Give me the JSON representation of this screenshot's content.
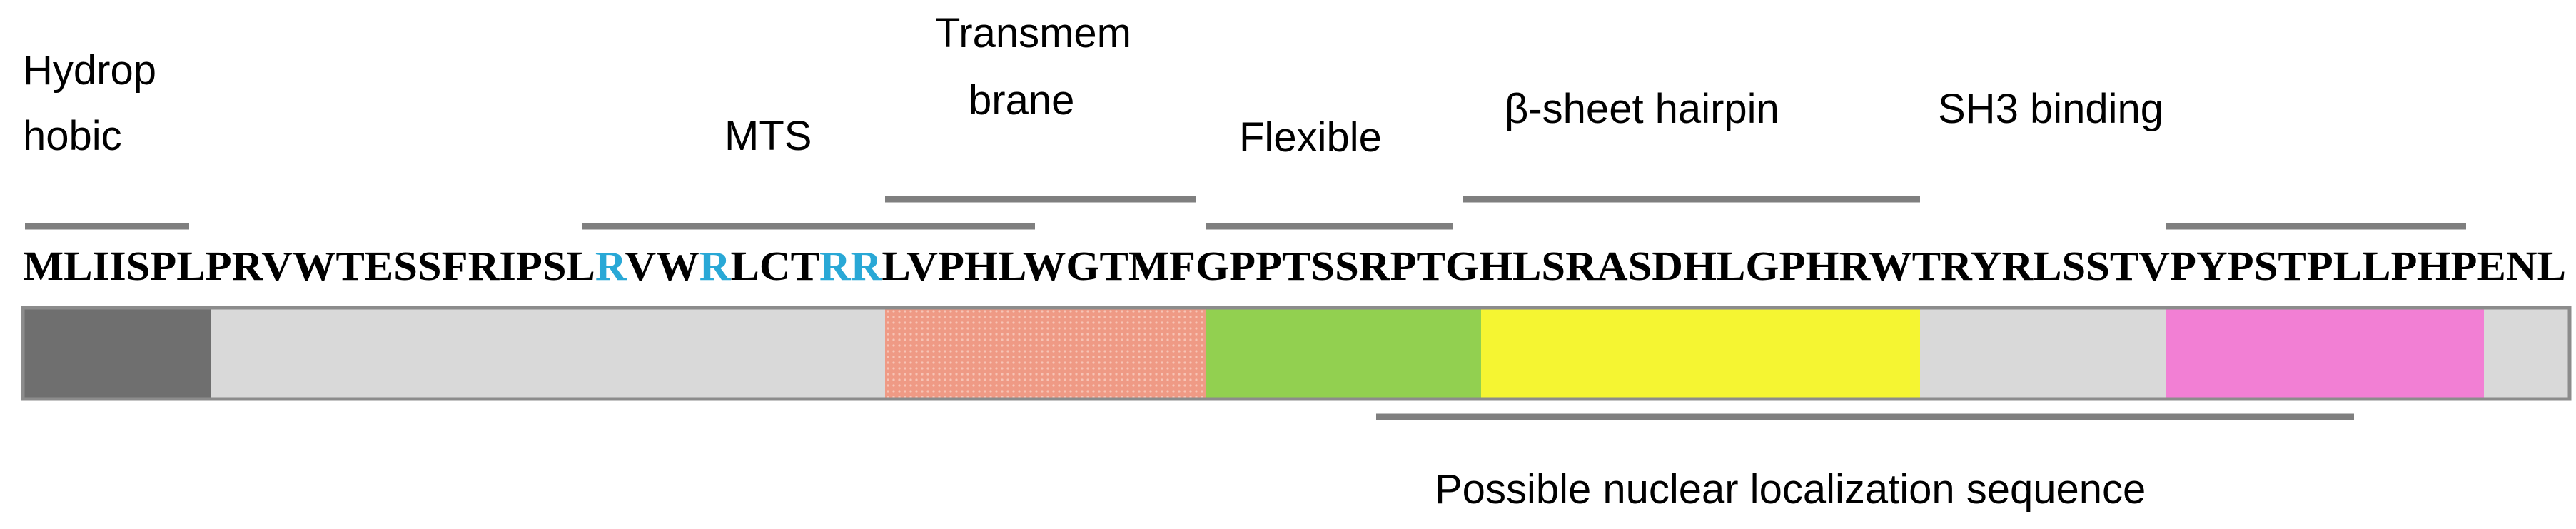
{
  "labels": {
    "hydrophobic_line1": "Hydrop",
    "hydrophobic_line2": "hobic",
    "mts": "MTS",
    "transmembrane_line1": "Transmem",
    "transmembrane_line2": "brane",
    "flexible": "Flexible",
    "beta_sheet": "β-sheet hairpin",
    "sh3": "SH3 binding",
    "nls": "Possible nuclear localization sequence"
  },
  "sequence": {
    "text": "MLIISPLPRVWTESSFRIPSLRVWRLCTRRLVPHLWGTMFGPPTSSRPTGHLSRASDHLGPHRWTRYRLSSTVPYPSTPLLPHPENL",
    "highlight_positions": [
      21,
      24,
      28,
      29
    ],
    "base_color": "#000000",
    "highlight_color": "#29a8d6"
  },
  "colors": {
    "bar_background": "#d9d9d9",
    "bar_border": "#8c8c8c",
    "hydrophobic": "#6f6f6f",
    "transmembrane": "#ef9a85",
    "transmembrane_dot": "#f7c4b6",
    "flexible": "#92d050",
    "beta_sheet": "#f5f532",
    "sh3": "#f27fd4",
    "guide_line": "#7f7f7f"
  }
}
